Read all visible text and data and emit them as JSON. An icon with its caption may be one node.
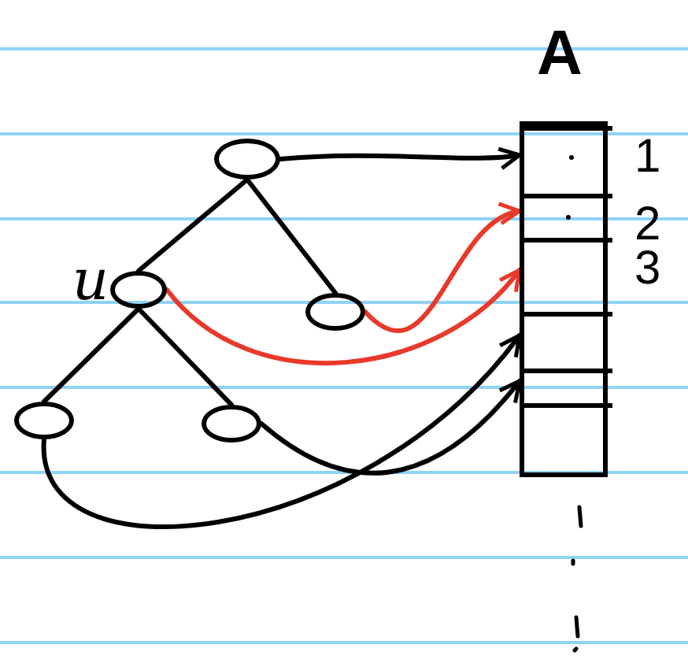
{
  "diagram": {
    "nodes": [
      {
        "text": [],
        "shape": "circle"
      },
      {
        "text": [],
        "shape": "circle",
        "beside": [
          "u"
        ]
      },
      {
        "text": [],
        "shape": "circle"
      },
      {
        "text": [],
        "shape": "circle"
      },
      {
        "text": [],
        "shape": "circle"
      },
      {
        "text": [],
        "shape": "box",
        "beside": [
          "A"
        ]
      },
      {
        "text": [],
        "shape": "box",
        "in": 5,
        "beside": [
          "1"
        ]
      },
      {
        "text": [],
        "shape": "box",
        "in": 5,
        "beside": [
          "2"
        ]
      },
      {
        "text": [],
        "shape": "box",
        "in": 5,
        "beside": [
          "3"
        ]
      },
      {
        "text": [],
        "shape": "box",
        "in": 5
      },
      {
        "text": [],
        "shape": "box",
        "in": 5
      },
      {
        "text": [],
        "shape": "box",
        "in": 5
      }
    ],
    "edges": [
      {
        "from": 0,
        "to": 1,
        "arrow": "none"
      },
      {
        "from": 0,
        "to": 2,
        "arrow": "none"
      },
      {
        "from": 1,
        "to": 3,
        "arrow": "none"
      },
      {
        "from": 1,
        "to": 4,
        "arrow": "none"
      },
      {
        "from": 0,
        "to": 6,
        "arrow": "to"
      },
      {
        "from": 2,
        "to": 7,
        "arrow": "to",
        "color": "#e8392a"
      },
      {
        "from": 1,
        "to": 8,
        "arrow": "to",
        "color": "#e8392a"
      },
      {
        "from": 3,
        "to": 9,
        "arrow": "to"
      },
      {
        "from": 4,
        "to": 10,
        "arrow": "to"
      }
    ]
  }
}
